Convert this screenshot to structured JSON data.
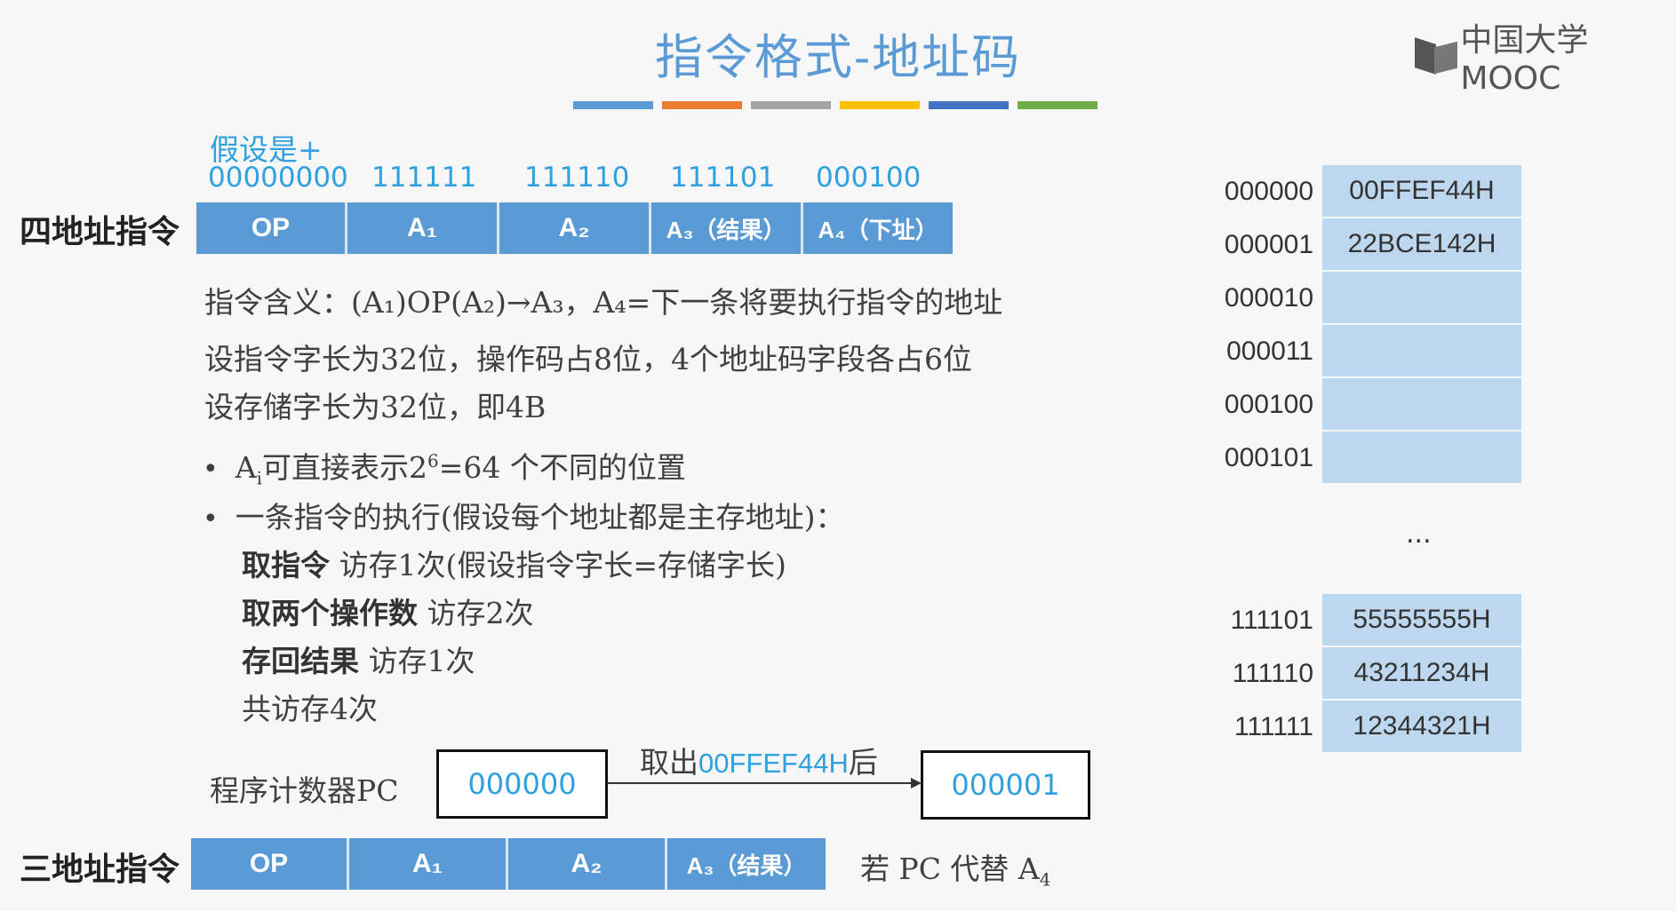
{
  "title": "指令格式-地址码",
  "logo_text": "中国大学MOOC",
  "color_bars": [
    "#5b9bd5",
    "#ed7d31",
    "#a5a5a5",
    "#ffc000",
    "#4472c4",
    "#70ad47"
  ],
  "assume_label": "假设是+",
  "four_addr": {
    "label": "四地址指令",
    "bits": [
      "00000000",
      "111111",
      "111110",
      "111101",
      "000100"
    ],
    "fields": [
      "OP",
      "A₁",
      "A₂",
      "A₃（结果）",
      "A₄（下址）"
    ]
  },
  "meaning_line": "指令含义：(A₁)OP(A₂)→A₃，A₄=下一条将要执行指令的地址",
  "assume_line1": "设指令字长为32位，操作码占8位，4个地址码字段各占6位",
  "assume_line2": "设存储字长为32位，即4B",
  "bullets": [
    {
      "pre": "A",
      "sub": "i",
      "mid": "可直接表示2",
      "sup": "6",
      "post": "=64 个不同的位置"
    },
    {
      "text": "一条指令的执行(假设每个地址都是主存地址)："
    }
  ],
  "steps": [
    {
      "bold": "取指令",
      "rest": " 访存1次(假设指令字长=存储字长)"
    },
    {
      "bold": "取两个操作数",
      "rest": " 访存2次"
    },
    {
      "bold": "存回结果",
      "rest": " 访存1次"
    },
    {
      "bold": "",
      "rest": "共访存4次"
    }
  ],
  "pc": {
    "label": "程序计数器PC",
    "from": "000000",
    "arrow_pre": "取出",
    "arrow_val": "00FFEF44H",
    "arrow_post": "后",
    "to": "000001"
  },
  "three_addr": {
    "label": "三地址指令",
    "fields": [
      "OP",
      "A₁",
      "A₂",
      "A₃（结果）"
    ],
    "note_pre": "若 PC 代替 A",
    "note_sub": "4"
  },
  "memory_top": [
    {
      "addr": "000000",
      "value": "00FFEF44H"
    },
    {
      "addr": "000001",
      "value": "22BCE142H"
    },
    {
      "addr": "000010",
      "value": ""
    },
    {
      "addr": "000011",
      "value": ""
    },
    {
      "addr": "000100",
      "value": ""
    },
    {
      "addr": "000101",
      "value": ""
    }
  ],
  "ellipsis": "...",
  "memory_bottom": [
    {
      "addr": "111101",
      "value": "55555555H"
    },
    {
      "addr": "111110",
      "value": "43211234H"
    },
    {
      "addr": "111111",
      "value": "12344321H"
    }
  ]
}
